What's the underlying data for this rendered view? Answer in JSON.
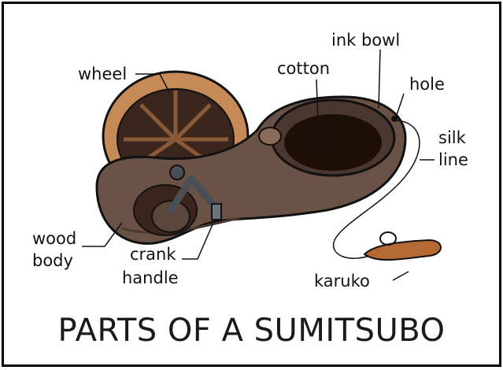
{
  "title": "PARTS OF A SUMITSUBO",
  "labels": {
    "wheel": "wheel",
    "cotton": "cotton",
    "ink_bowl": "ink bowl",
    "hole": "hole",
    "silk_line_1": "silk",
    "silk_line_2": "line",
    "wood_body_1": "wood",
    "wood_body_2": "body",
    "crank_handle_1": "crank",
    "crank_handle_2": "handle",
    "karuko": "karuko"
  },
  "colors": {
    "body": "#6b5246",
    "body_shadow": "#4a372f",
    "wheel": "#c58a55",
    "wheel_dark": "#3a261c",
    "ink": "#1c0e08",
    "karuko": "#b56a34",
    "metal": "#4a4f56"
  }
}
